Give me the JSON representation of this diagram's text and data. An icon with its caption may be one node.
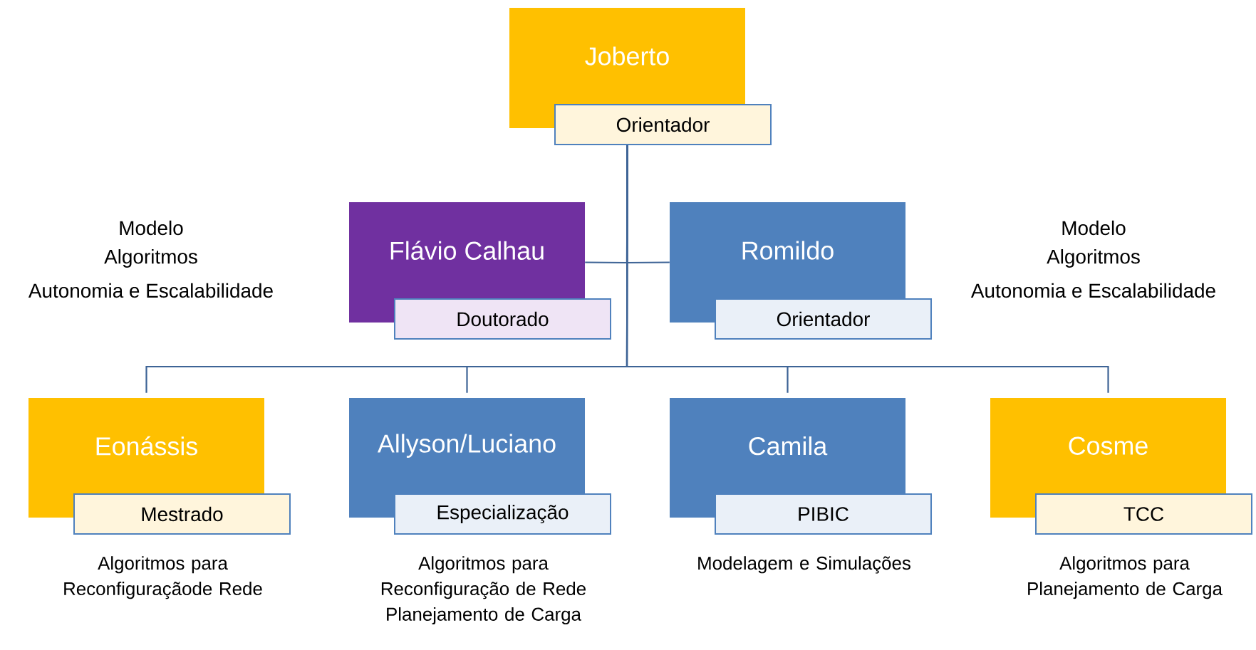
{
  "diagram": {
    "nodes": [
      {
        "text": [
          "Joberto",
          "Orientador"
        ]
      },
      {
        "text": [
          "Flávio Calhau",
          "Doutorado"
        ]
      },
      {
        "text": [
          "Romildo",
          "Orientador"
        ]
      },
      {
        "text": [
          "Eonássis",
          "Mestrado"
        ],
        "beside": [
          "Algoritmos para Reconfiguraçãode Rede"
        ]
      },
      {
        "text": [
          "Allyson/Luciano",
          "Especialização"
        ],
        "beside": [
          "Algoritmos para Reconfiguração de Rede Planejamento de Carga"
        ]
      },
      {
        "text": [
          "Camila",
          "PIBIC"
        ],
        "beside": [
          "Modelagem e Simulações"
        ]
      },
      {
        "text": [
          "Cosme",
          "TCC"
        ],
        "beside": [
          "Algoritmos para Planejamento de Carga"
        ]
      }
    ],
    "edges": [
      {
        "from": 0,
        "to": 1,
        "arrow": "none"
      },
      {
        "from": 0,
        "to": 2,
        "arrow": "none"
      },
      {
        "from": 0,
        "to": 3,
        "arrow": "none"
      },
      {
        "from": 0,
        "to": 4,
        "arrow": "none"
      },
      {
        "from": 0,
        "to": 5,
        "arrow": "none"
      },
      {
        "from": 0,
        "to": 6,
        "arrow": "none"
      }
    ],
    "labels": [
      "Modelo",
      "Algoritmos",
      "Autonomia e Escalabilidade",
      "Modelo",
      "Algoritmos",
      "Autonomia e Escalabilidade"
    ]
  }
}
